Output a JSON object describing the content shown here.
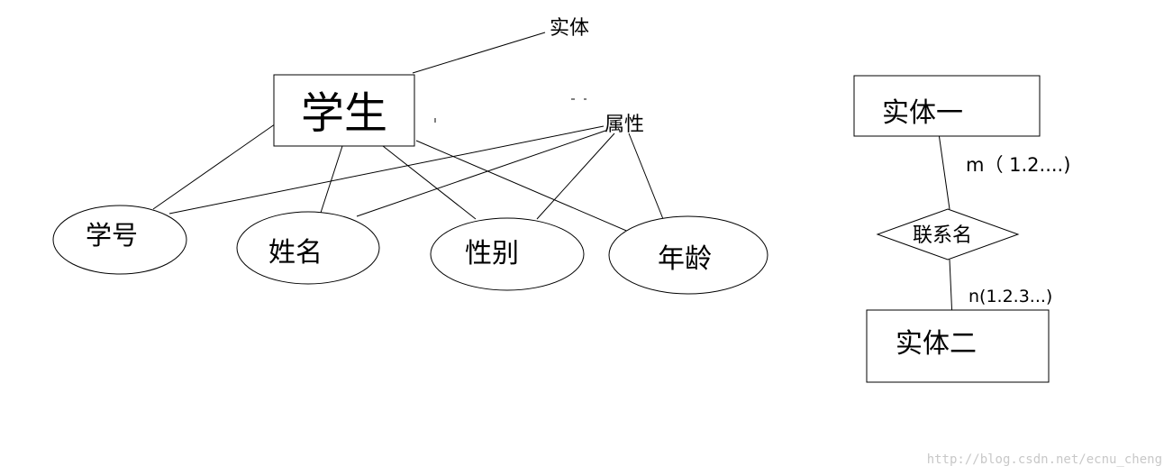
{
  "left_diagram": {
    "callout_entity": "实体",
    "callout_attribute": "属性",
    "entity": "学生",
    "attributes": [
      "学号",
      "姓名",
      "性别",
      "年龄"
    ]
  },
  "right_diagram": {
    "entity_one": "实体一",
    "entity_two": "实体二",
    "relationship": "联系名",
    "cardinality_top": "m（  1.2....)",
    "cardinality_bottom": "n(1.2.3...)"
  },
  "watermark": "http://blog.csdn.net/ecnu_cheng"
}
